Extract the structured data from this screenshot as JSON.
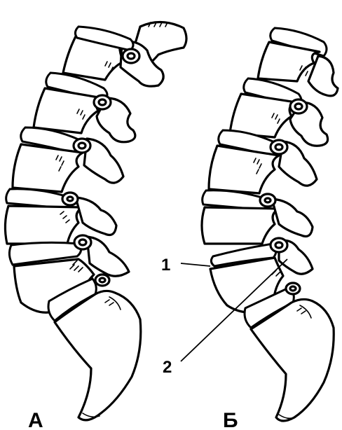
{
  "panels": [
    {
      "id": "A",
      "label": "А"
    },
    {
      "id": "B",
      "label": "Б"
    }
  ],
  "callouts": [
    {
      "number": "1"
    },
    {
      "number": "2"
    }
  ],
  "colors": {
    "ink": "#000000",
    "paper": "#ffffff"
  }
}
